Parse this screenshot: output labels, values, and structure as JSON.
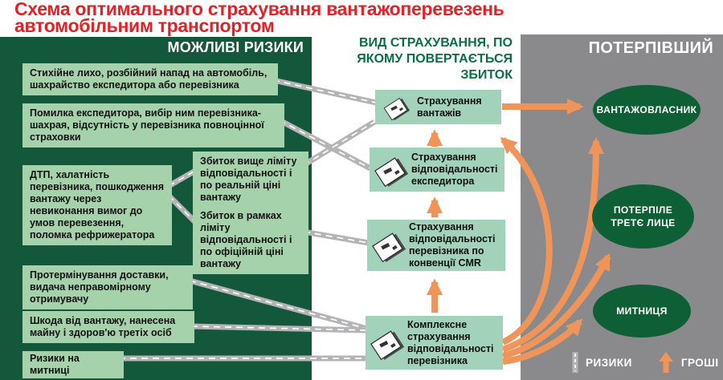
{
  "title": {
    "line1": "Схема оптимального страхування вантажоперевезень",
    "line2": "автомобільним транспортом"
  },
  "risks": {
    "header": "МОЖЛИВІ РИЗИКИ",
    "items": [
      {
        "text": "Стихійне лихо, розбійний напад на автомобіль, шахрайство експедитора або перевізника"
      },
      {
        "text": "Помилка експедитора, вибір ним перевізника-шахрая, відсутність у перевізника повноцінної страховки"
      },
      {
        "text": "ДТП, халатність перевізника, пошкодження вантажу через невиконання вимог до умов перевезення, поломка рефрижератора"
      },
      {
        "text": "Протермінування доставки, видача неправомірному отримувачу"
      },
      {
        "text": "Шкода від вантажу, нанесена майну і здоров'ю третіх осіб"
      },
      {
        "text": "Ризики на митниці"
      }
    ],
    "loss_cases": [
      {
        "text": "Збиток вище ліміту відповідальності і по реальній ціні вантажу"
      },
      {
        "text": "Збиток в рамках ліміту відповідальності і по офіційній ціні вантажу"
      }
    ]
  },
  "insurance": {
    "header": "ВИД СТРАХУВАННЯ, ПО ЯКОМУ ПОВЕРТАЄТЬСЯ ЗБИТОК",
    "items": [
      {
        "text": "Страхування вантажів"
      },
      {
        "text": "Страхування відповідальності експедитора"
      },
      {
        "text": "Страхування відповідальності перевізника по конвенції CMR"
      },
      {
        "text": "Комплексне страхування відповідальності перевізника"
      }
    ]
  },
  "victims": {
    "header": "ПОТЕРПІВШИЙ",
    "items": [
      {
        "label": "ВАНТАЖОВЛАСНИК"
      },
      {
        "label": "ПОТЕРПІЛЕ ТРЕТЄ ЛИЦЕ"
      },
      {
        "label": "МИТНИЦЯ"
      }
    ]
  },
  "legend": {
    "risks_label": "РИЗИКИ",
    "money_label": "ГРОШІ"
  },
  "colors": {
    "title_red": "#e32126",
    "panel_green": "#13583a",
    "panel_gray": "#8a8a8c",
    "box_green_light": "#a5d2ab",
    "box_green_mid": "#a2d3ba",
    "ellipse_green": "#0f5f36",
    "header_green": "#0a6e45",
    "money_orange": "#f0955a",
    "road_gray": "#b4b4b6"
  }
}
